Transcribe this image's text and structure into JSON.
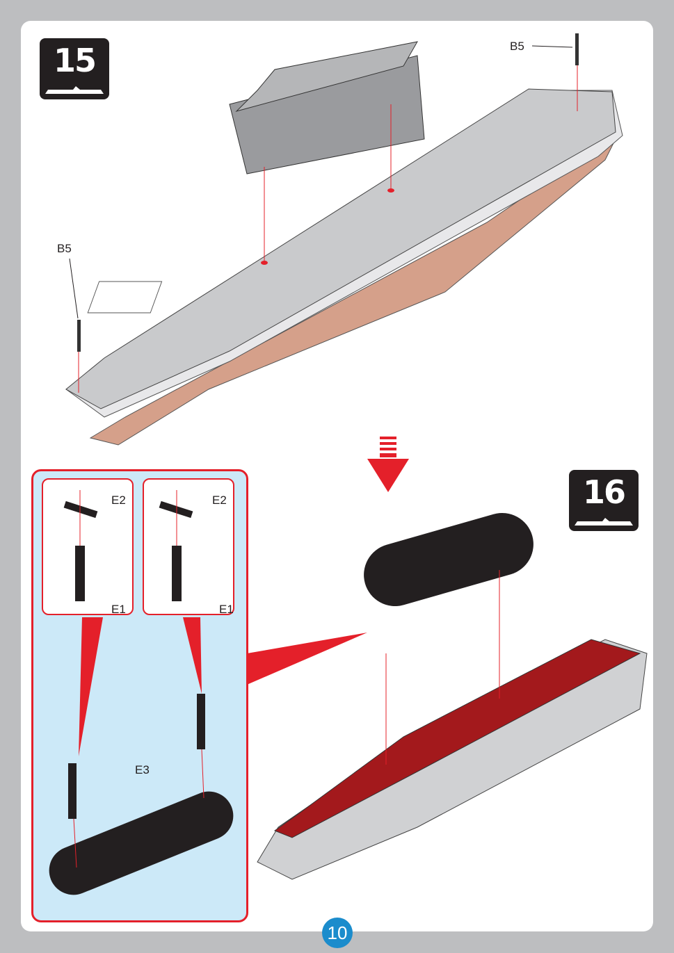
{
  "page_number": "10",
  "steps": [
    {
      "number": "15",
      "parts": [
        "B5",
        "B5"
      ]
    },
    {
      "number": "16",
      "parts": [
        "E2",
        "E1",
        "E2",
        "E1",
        "E3"
      ]
    }
  ],
  "colors": {
    "accent_red": "#e4202a",
    "page_badge": "#1b8ccc",
    "deck_red": "#a3191c",
    "hull_pink": "#d5a08a"
  }
}
